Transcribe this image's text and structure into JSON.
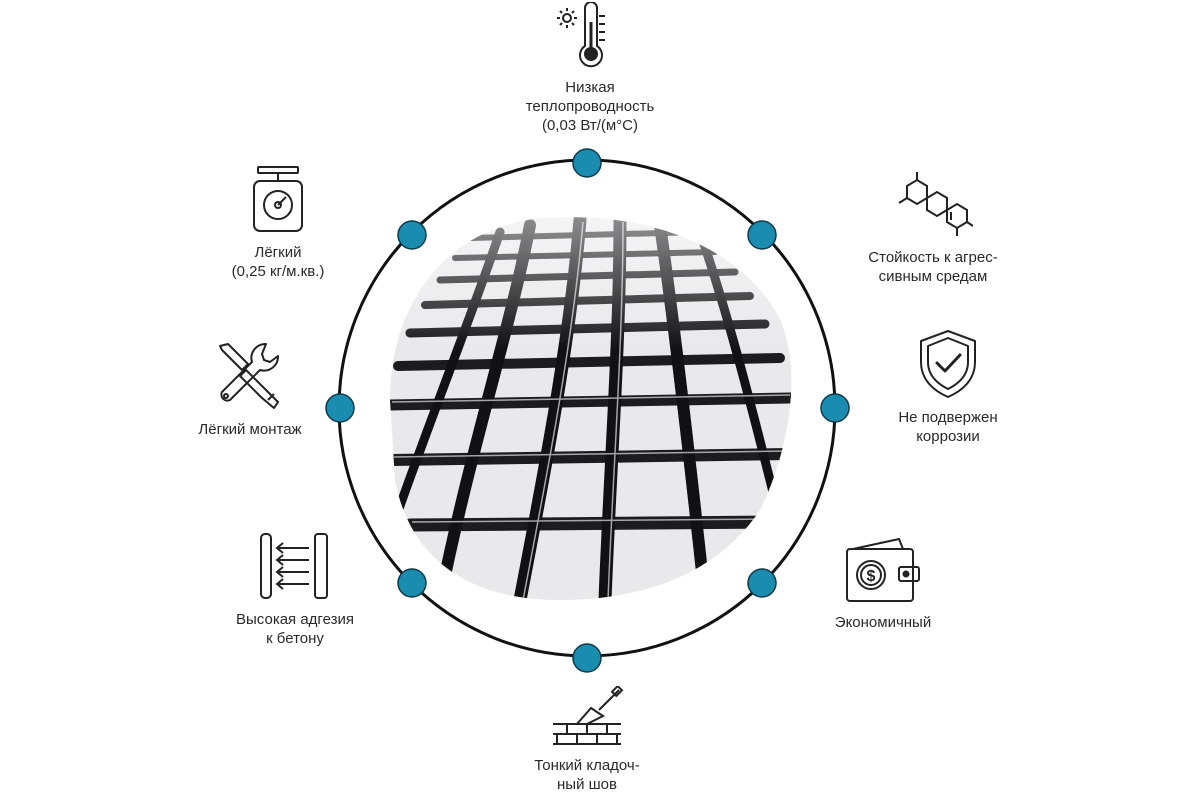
{
  "accent_color": "#1a8cb0",
  "ring_color": "#111111",
  "center_image": "carbon-fiber-mesh",
  "features": {
    "top": {
      "icon": "thermometer-sun-icon",
      "lines": [
        "Низкая",
        "теплопроводность",
        "(0,03 Вт/(м°С)"
      ]
    },
    "top_right": {
      "icon": "molecule-icon",
      "lines": [
        "Стойкость к агрес-",
        "сивным средам"
      ]
    },
    "right": {
      "icon": "shield-check-icon",
      "lines": [
        "Не подвержен",
        "коррозии"
      ]
    },
    "bottom_right": {
      "icon": "wallet-dollar-icon",
      "lines": [
        "Экономичный"
      ]
    },
    "bottom": {
      "icon": "trowel-bricks-icon",
      "lines": [
        "Тонкий кладоч-",
        "ный шов"
      ]
    },
    "bottom_left": {
      "icon": "adhesion-arrows-icon",
      "lines": [
        "Высокая адгезия",
        "к бетону"
      ]
    },
    "left": {
      "icon": "wrench-screwdriver-icon",
      "lines": [
        "Лёгкий монтаж"
      ]
    },
    "top_left": {
      "icon": "scale-icon",
      "lines": [
        "Лёгкий",
        "(0,25 кг/м.кв.)"
      ]
    }
  }
}
